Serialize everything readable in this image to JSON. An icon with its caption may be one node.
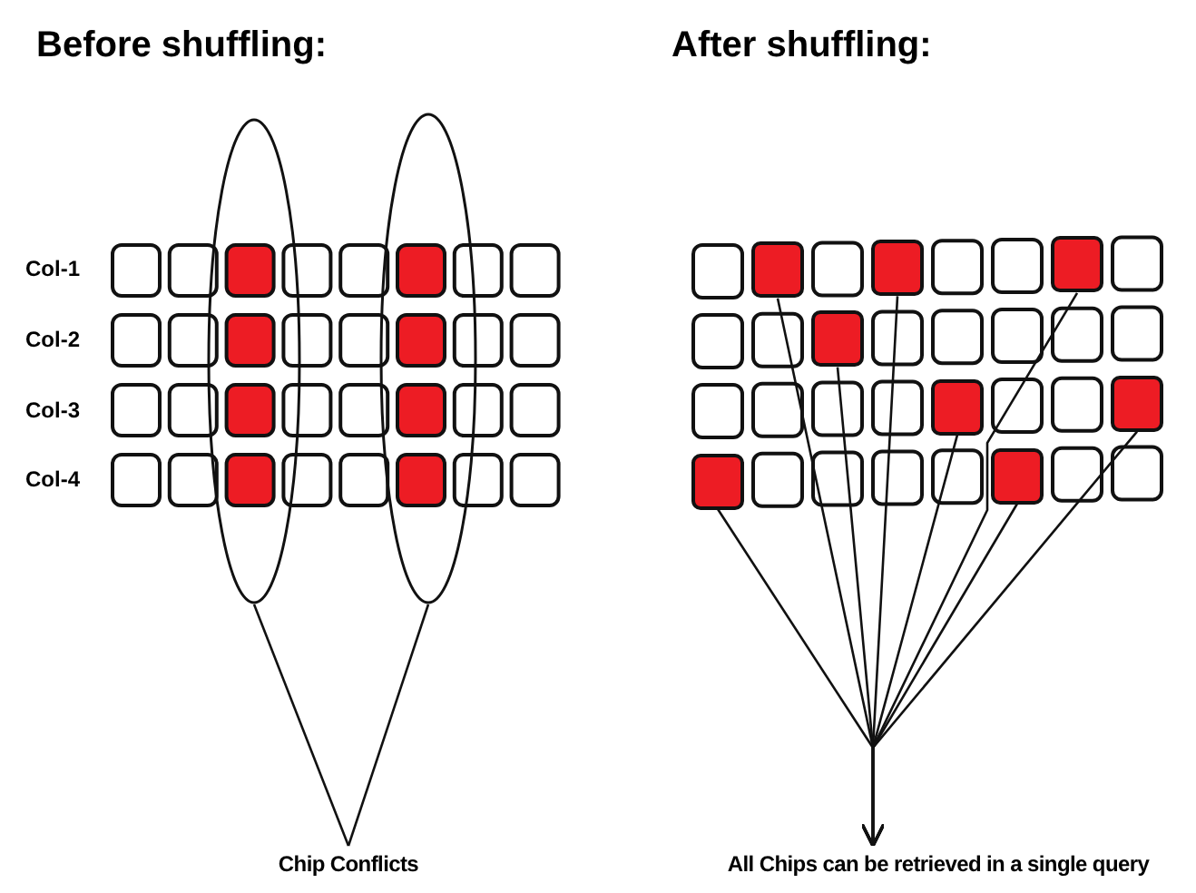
{
  "diagram": {
    "nodes": [
      {
        "text": [],
        "shape": "ellipse"
      },
      {
        "text": [],
        "shape": "ellipse"
      },
      {
        "text": [],
        "shape": "box"
      },
      {
        "text": [],
        "shape": "box"
      },
      {
        "text": [],
        "shape": "box"
      },
      {
        "text": [],
        "shape": "box"
      },
      {
        "text": [],
        "shape": "box"
      },
      {
        "text": [],
        "shape": "box"
      },
      {
        "text": [],
        "shape": "box"
      },
      {
        "text": [],
        "shape": "box"
      },
      {
        "text": [
          "Chip Conflicts"
        ]
      },
      {
        "text": [
          "All Chips can be retrieved in a single query"
        ]
      }
    ],
    "edges": [
      {
        "from": 10,
        "to": 0,
        "arrow": "none"
      },
      {
        "from": 10,
        "to": 1,
        "arrow": "none"
      },
      {
        "from": 2,
        "to": 11,
        "arrow": "to"
      },
      {
        "from": 3,
        "to": 11,
        "arrow": "to"
      },
      {
        "from": 4,
        "to": 11,
        "arrow": "to"
      },
      {
        "from": 5,
        "to": 11,
        "arrow": "to"
      },
      {
        "from": 6,
        "to": 11,
        "arrow": "to"
      },
      {
        "from": 7,
        "to": 11,
        "arrow": "to"
      },
      {
        "from": 8,
        "to": 11,
        "arrow": "to"
      },
      {
        "from": 9,
        "to": 11,
        "arrow": "to"
      }
    ],
    "labels": [
      "Before shuffling:",
      "After shuffling:",
      "Col-1",
      "Col-2",
      "Col-3",
      "Col-4"
    ]
  }
}
